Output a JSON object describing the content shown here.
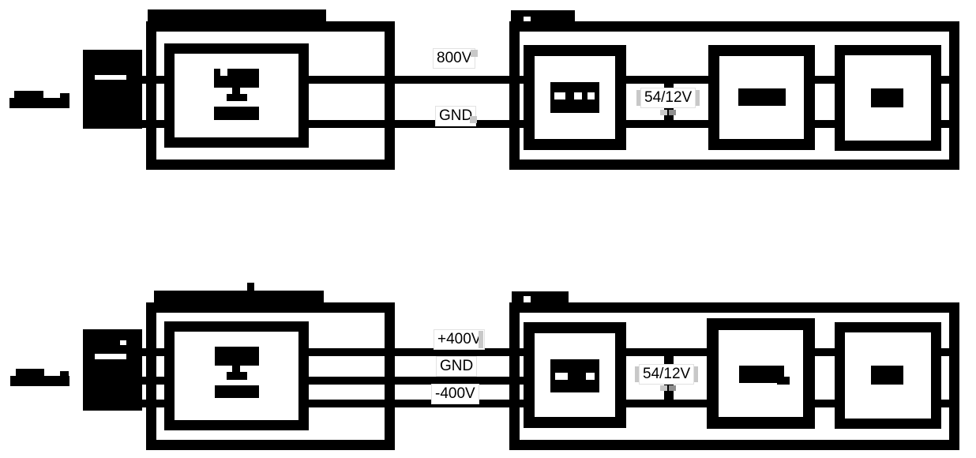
{
  "labels": {
    "top": {
      "bus1": "800V",
      "bus2": "GND",
      "rack_conv": "54/12V"
    },
    "bottom": {
      "bus1": "+400V",
      "bus2": "GND",
      "bus3": "-400V",
      "rack_conv": "54/12V"
    }
  },
  "colors": {
    "ink": "#000000",
    "paper": "#ffffff",
    "handle": "#c8c8c8"
  },
  "icons": {
    "converter": "transformer-glyph",
    "power_shelf": "busbar-with-slots-glyph",
    "unit_bar": "solid-bar-glyph"
  }
}
